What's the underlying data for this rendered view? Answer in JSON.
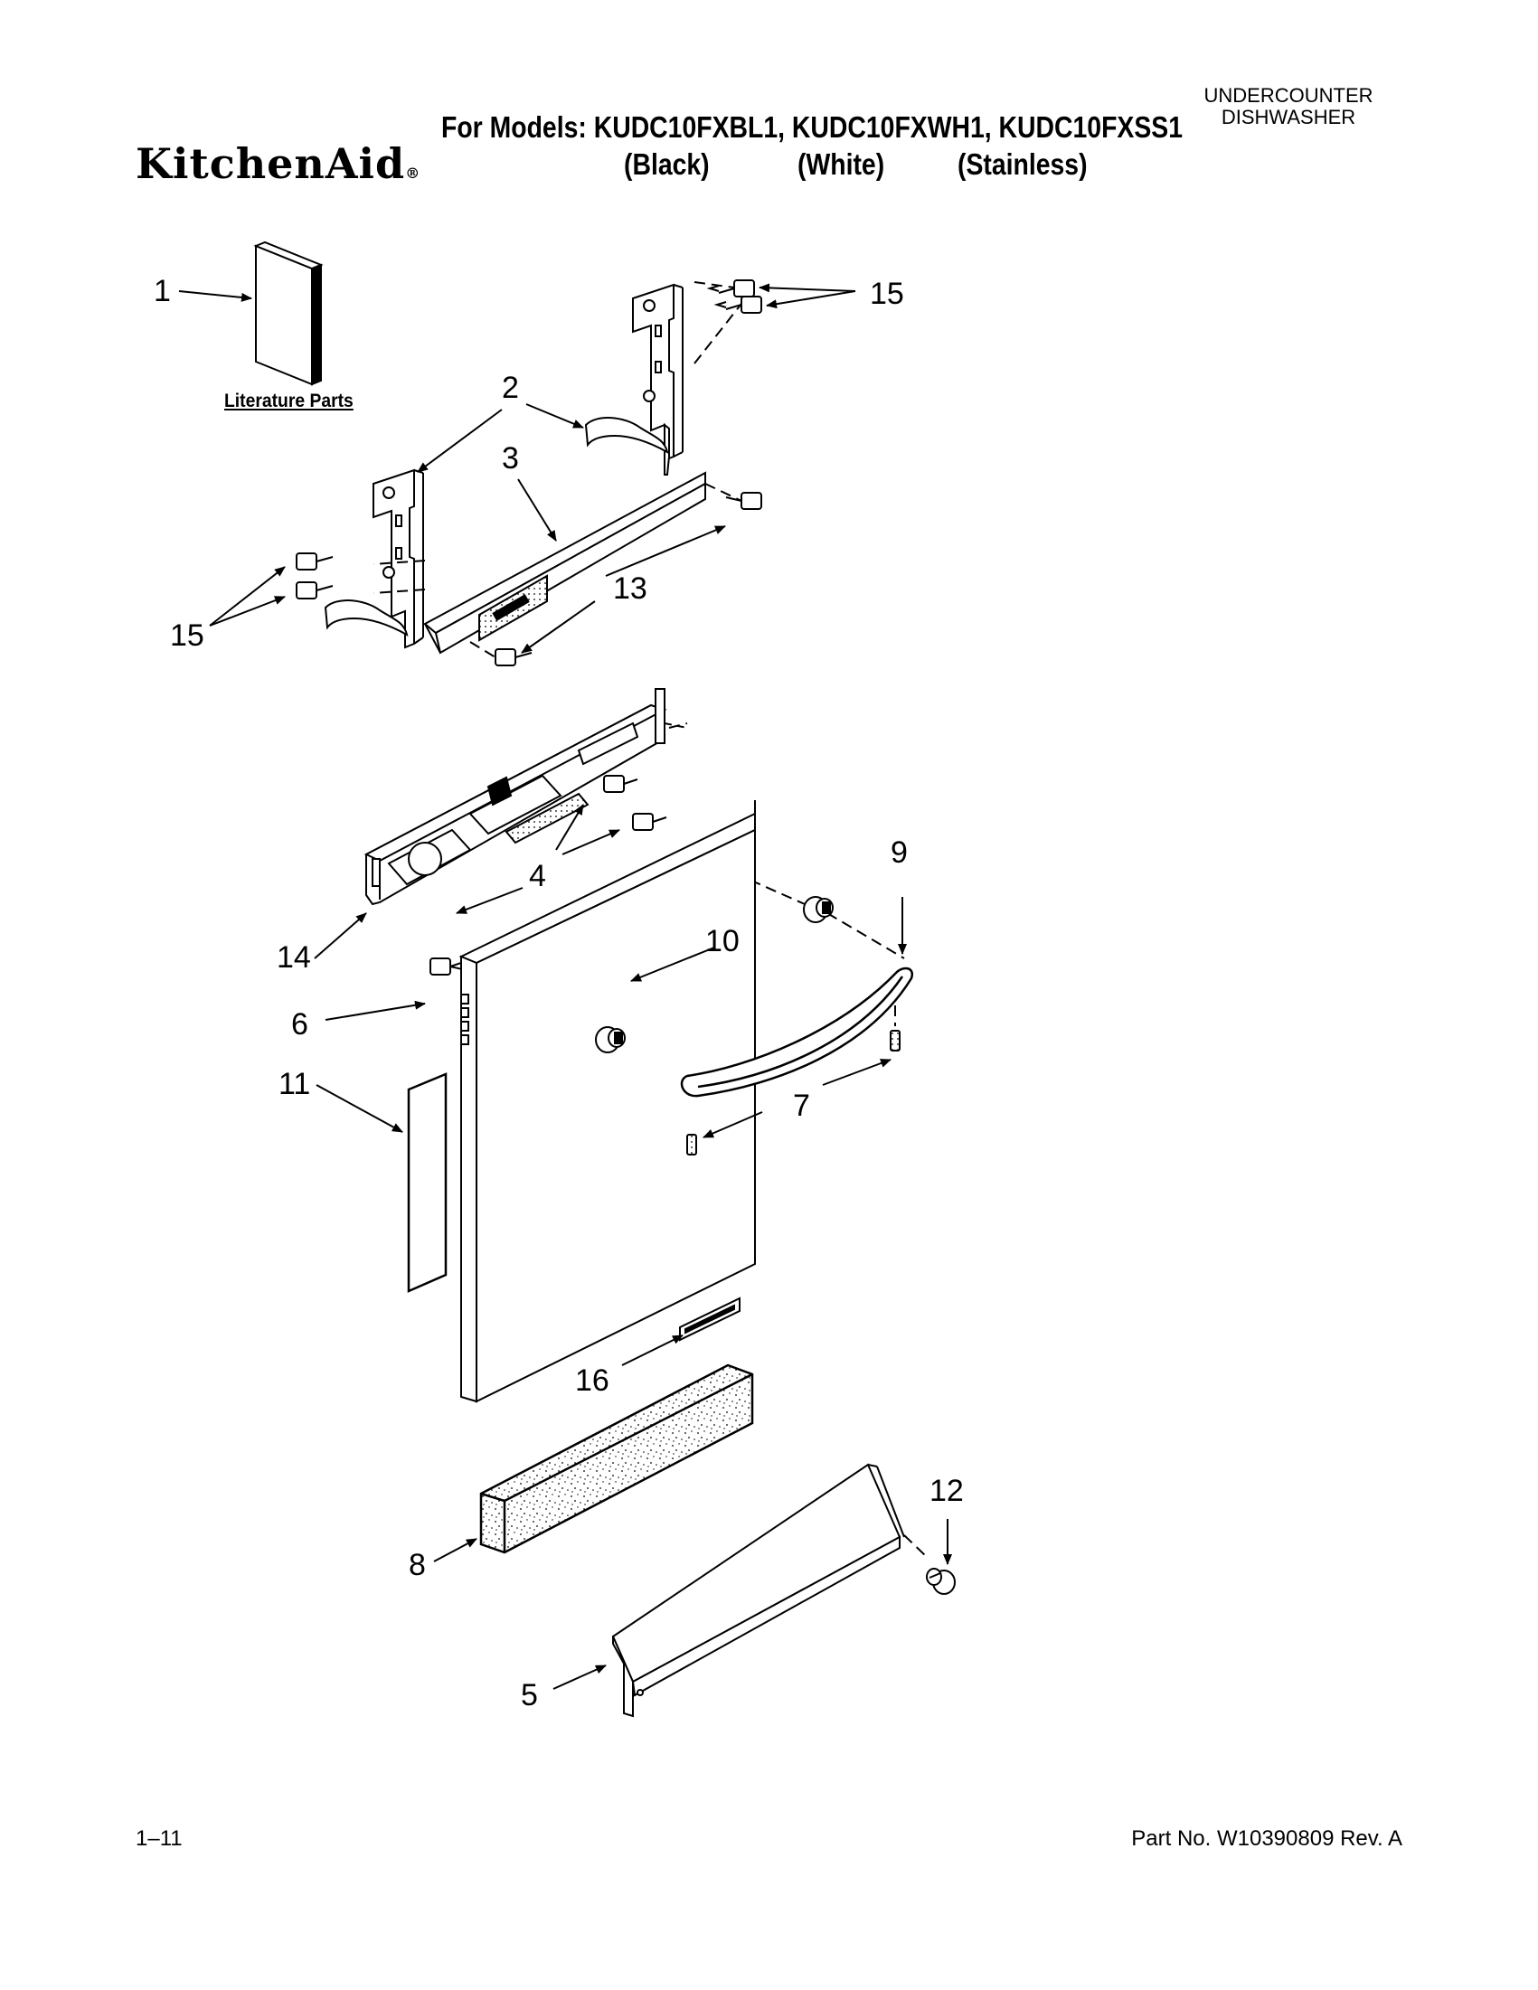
{
  "header": {
    "brand": "KitchenAid",
    "brand_mark": "®",
    "models_line": "For Models: KUDC10FXBL1, KUDC10FXWH1, KUDC10FXSS1",
    "variants": [
      "(Black)",
      "(White)",
      "(Stainless)"
    ],
    "product_type_line1": "UNDERCOUNTER",
    "product_type_line2": "DISHWASHER"
  },
  "diagram": {
    "literature_label": "Literature Parts",
    "callouts": [
      "1",
      "2",
      "3",
      "4",
      "5",
      "6",
      "7",
      "8",
      "9",
      "10",
      "11",
      "12",
      "13",
      "14",
      "15",
      "15",
      "16"
    ]
  },
  "footer": {
    "page": "1–11",
    "part_number": "Part No. W10390809 Rev. A"
  }
}
